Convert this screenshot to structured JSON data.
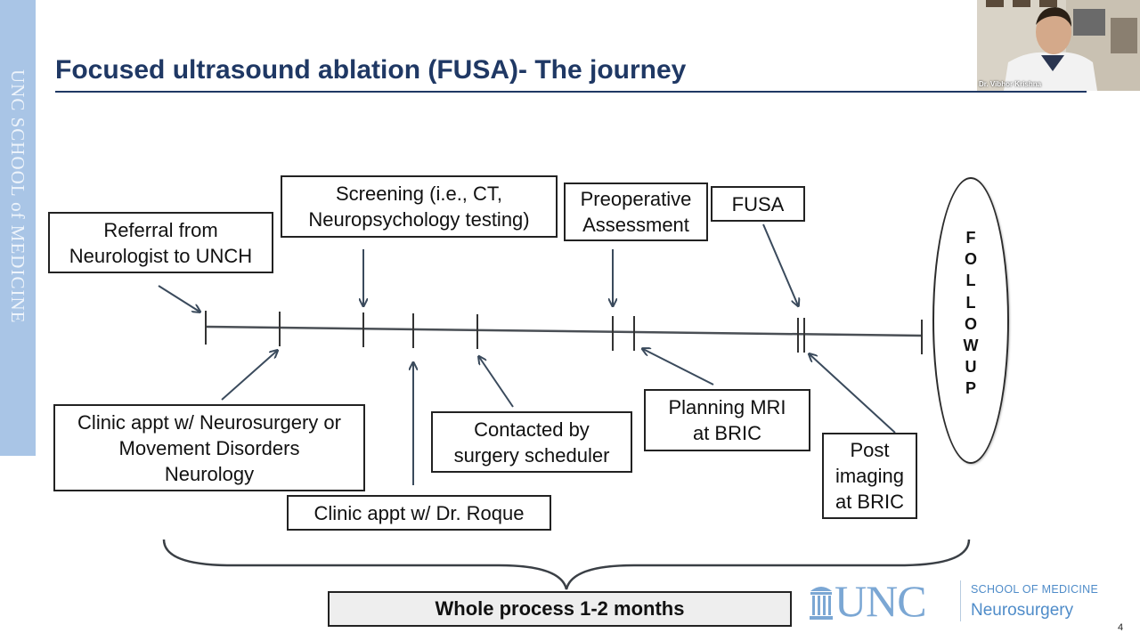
{
  "slide": {
    "title": "Focused ultrasound ablation (FUSA)- The journey",
    "sidebar_text": "UNC SCHOOL of MEDICINE",
    "page_number": "4"
  },
  "steps_above": [
    {
      "label": "Referral from\nNeurologist to UNCH"
    },
    {
      "label": "Screening (i.e., CT,\nNeuropsychology testing)"
    },
    {
      "label": "Preoperative\nAssessment"
    },
    {
      "label": "FUSA"
    }
  ],
  "steps_below": [
    {
      "label": "Clinic appt w/ Neurosurgery or\nMovement Disorders\nNeurology"
    },
    {
      "label": "Clinic appt w/ Dr. Roque"
    },
    {
      "label": "Contacted by\nsurgery scheduler"
    },
    {
      "label": "Planning MRI\nat BRIC"
    },
    {
      "label": "Post\nimaging\nat BRIC"
    }
  ],
  "follow_up": {
    "label": "F\nO\nL\nL\nO\nW\nU\nP"
  },
  "summary": {
    "label": "Whole process 1-2 months"
  },
  "webcam": {
    "name": "Dr. Vibhor Krishna"
  },
  "branding": {
    "logo_text": "UNC",
    "school": "SCHOOL OF MEDICINE",
    "department": "Neurosurgery"
  },
  "colors": {
    "title": "#1f3864",
    "sidebar": "#a9c5e6",
    "brand_blue": "#4f8cc9",
    "arrow": "#3a4a5c"
  },
  "icons": [
    "arrow-icon",
    "brace-icon",
    "old-well-icon"
  ]
}
